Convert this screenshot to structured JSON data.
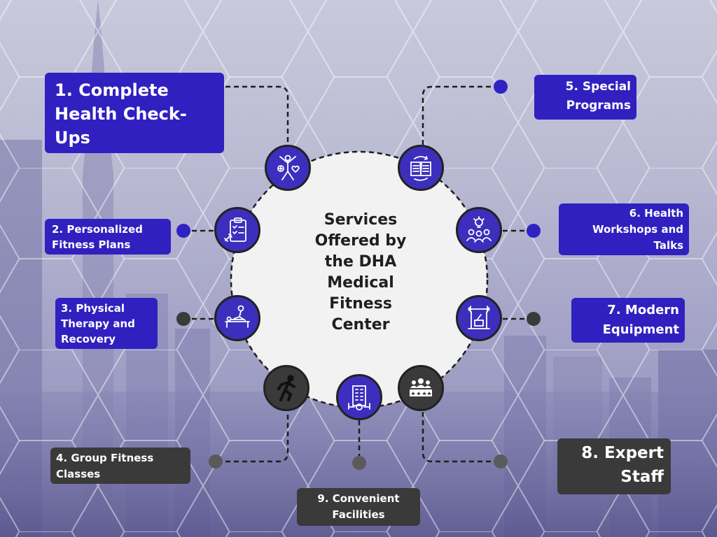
{
  "center": {
    "title": "Services\nOffered by\nthe DHA\nMedical\nFitness\nCenter"
  },
  "services": [
    {
      "label": "1. Complete\nHealth Check-\nUps",
      "icon": "health-checkup-icon"
    },
    {
      "label": "2. Personalized\nFitness Plans",
      "icon": "clipboard-plan-icon"
    },
    {
      "label": "3. Physical\nTherapy and\nRecovery",
      "icon": "massage-therapy-icon"
    },
    {
      "label": "4. Group Fitness\nClasses",
      "icon": "runner-icon"
    },
    {
      "label": "5. Special\nPrograms",
      "icon": "book-program-icon"
    },
    {
      "label": "6. Health\nWorkshops and\nTalks",
      "icon": "workshop-group-icon"
    },
    {
      "label": "7. Modern\nEquipment",
      "icon": "gym-equipment-icon"
    },
    {
      "label": "8. Expert\nStaff",
      "icon": "expert-staff-icon"
    },
    {
      "label": "9. Convenient\nFacilities",
      "icon": "building-facility-icon"
    }
  ],
  "colors": {
    "primary_blue": "#3020c0",
    "dark_gray": "#3a3a3a",
    "center_fill": "#f2f2f2"
  }
}
